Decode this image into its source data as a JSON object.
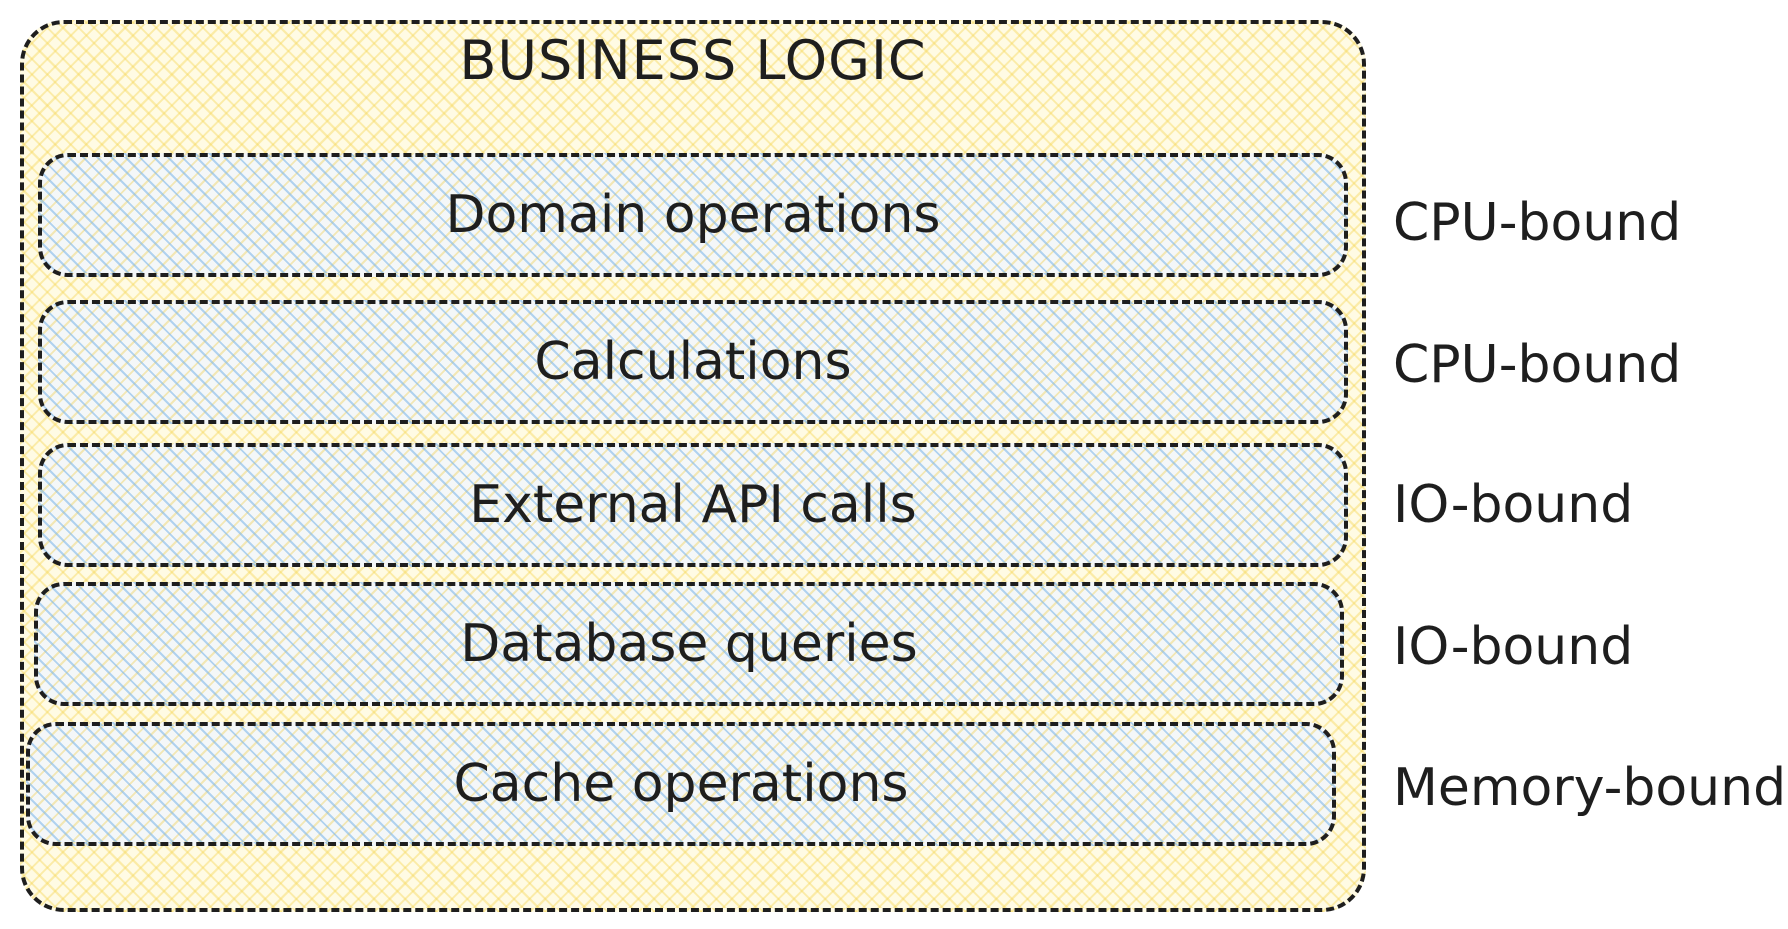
{
  "diagram": {
    "title": "BUSINESS LOGIC",
    "layers": [
      {
        "label": "Domain operations",
        "bound": "CPU-bound"
      },
      {
        "label": "Calculations",
        "bound": "CPU-bound"
      },
      {
        "label": "External API calls",
        "bound": "IO-bound"
      },
      {
        "label": "Database queries",
        "bound": "IO-bound"
      },
      {
        "label": "Cache operations",
        "bound": "Memory-bound"
      }
    ],
    "colors": {
      "outer_fill": "#ffec99",
      "layer_fill": "#a5d8ff",
      "stroke": "#1e1e1e"
    }
  }
}
